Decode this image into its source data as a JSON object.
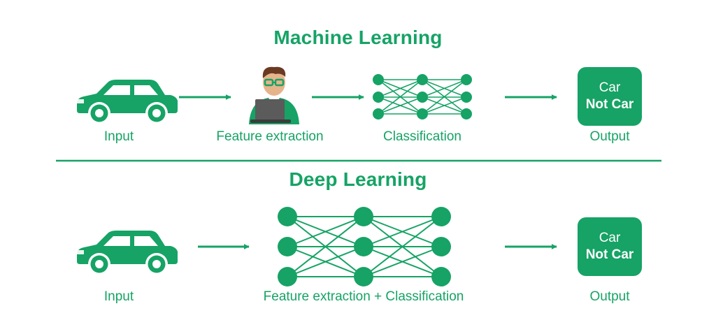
{
  "colors": {
    "accent": "#16a365",
    "background": "#ffffff"
  },
  "machine_learning": {
    "title": "Machine Learning",
    "input_label": "Input",
    "feature_label": "Feature extraction",
    "classification_label": "Classification",
    "output_label": "Output",
    "output_box": {
      "line1": "Car",
      "line2": "Not Car"
    }
  },
  "deep_learning": {
    "title": "Deep Learning",
    "input_label": "Input",
    "combined_label": "Feature extraction + Classification",
    "output_label": "Output",
    "output_box": {
      "line1": "Car",
      "line2": "Not Car"
    }
  },
  "icons": [
    "car-icon",
    "person-with-laptop-icon",
    "neural-network-icon",
    "arrow-right-icon"
  ]
}
